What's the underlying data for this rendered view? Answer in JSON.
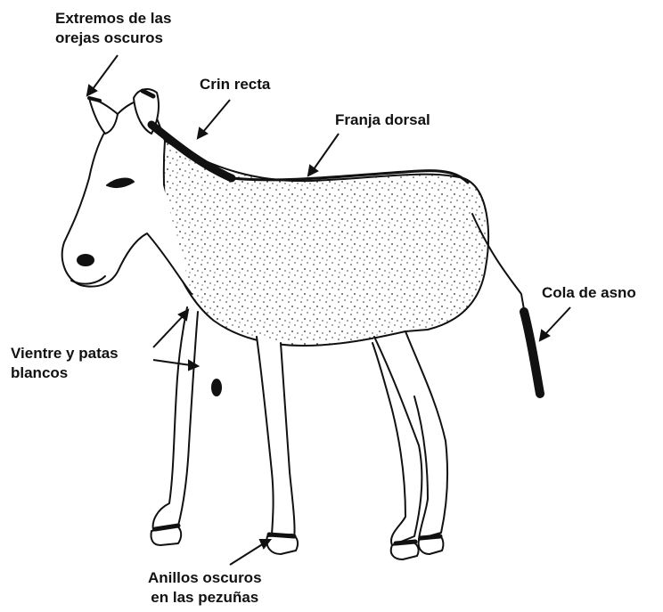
{
  "labels": {
    "ears": [
      "Extremos de las",
      "orejas oscuros"
    ],
    "mane": "Crin recta",
    "dorsal": "Franja dorsal",
    "tail": "Cola de asno",
    "belly": [
      "Vientre y patas",
      "blancos"
    ],
    "hooves": [
      "Anillos oscuros",
      "en las pezuñas"
    ]
  },
  "colors": {
    "ink": "#111111",
    "paper": "#ffffff"
  }
}
